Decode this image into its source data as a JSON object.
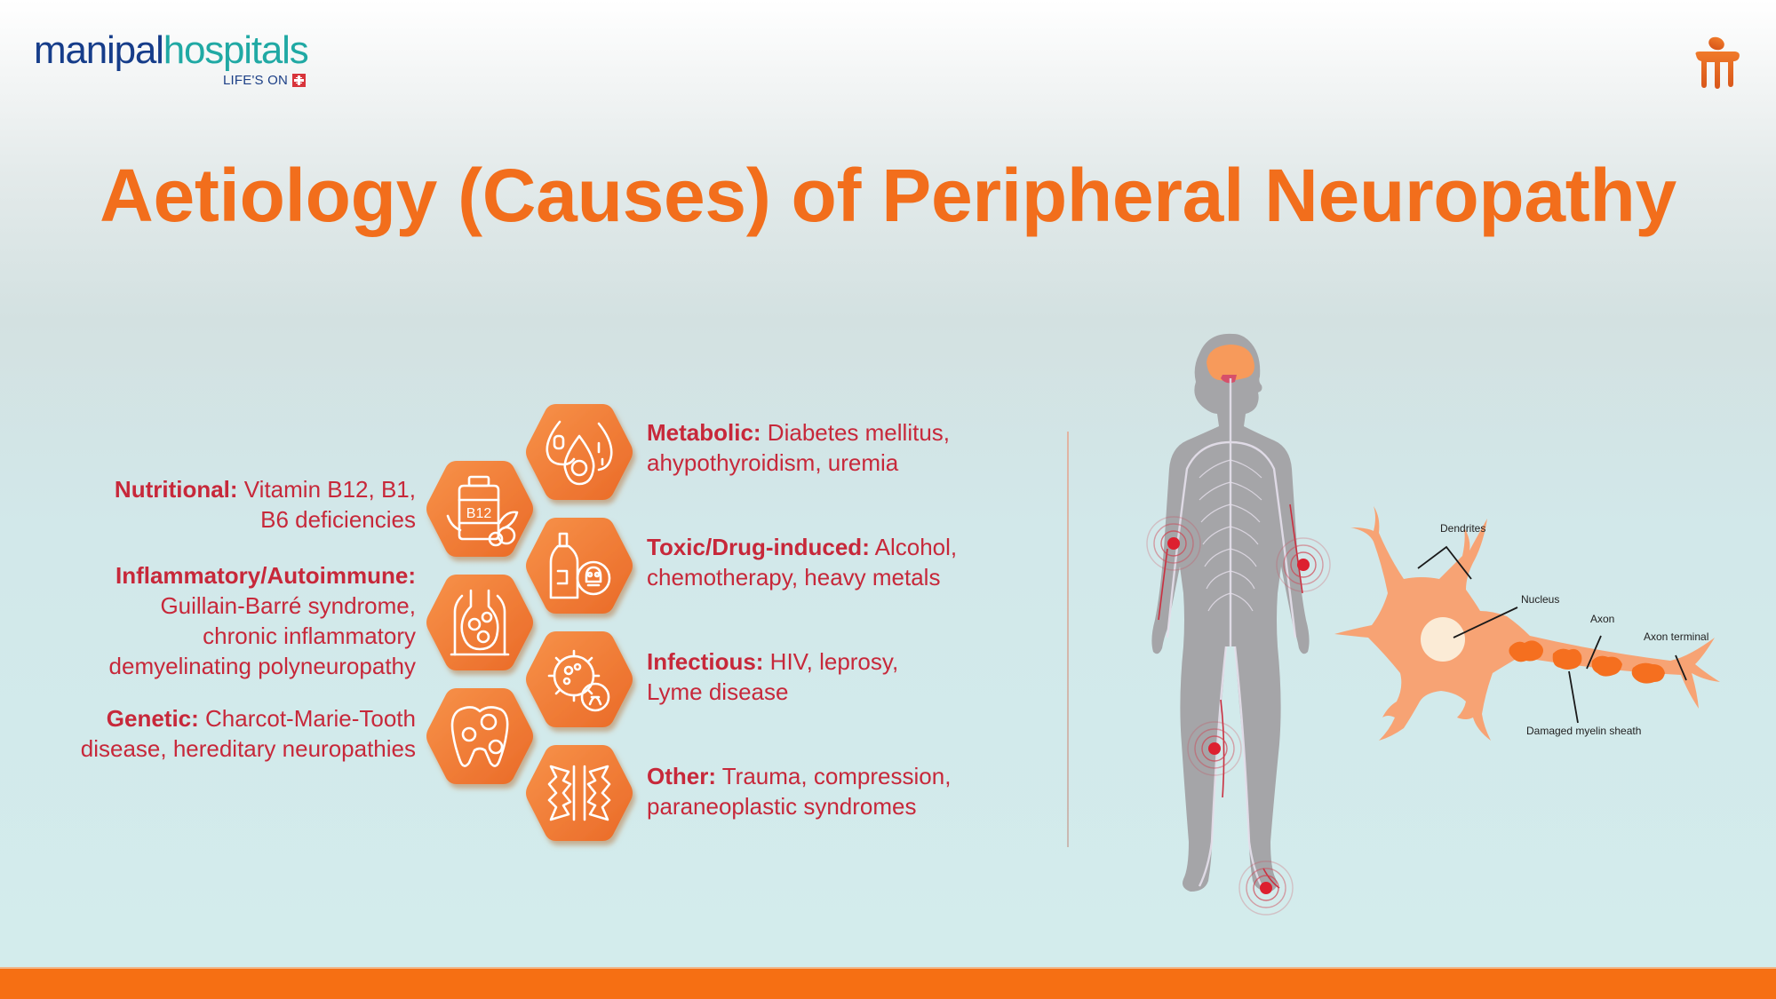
{
  "brand": {
    "name_part1": "manipal",
    "name_part2": "hospitals",
    "tagline": "LIFE'S ON",
    "colors": {
      "navy": "#163d8a",
      "teal": "#20a9a4",
      "red": "#d8343b",
      "orange": "#f26e1c"
    }
  },
  "title": "Aetiology (Causes) of Peripheral Neuropathy",
  "causes_left": [
    {
      "category": "Nutritional:",
      "line1": " Vitamin B12, B1,",
      "line2": "B6 deficiencies",
      "icon": "vitamin-b12-bottle-icon"
    },
    {
      "category": "Inflammatory/Autoimmune:",
      "line1": "Guillain-Barré syndrome,",
      "line2": "chronic inflammatory",
      "line3": "demyelinating polyneuropathy",
      "icon": "inflamed-organ-icon"
    },
    {
      "category": "Genetic:",
      "line1": " Charcot-Marie-Tooth",
      "line2": "disease, hereditary neuropathies",
      "icon": "damaged-tooth-icon"
    }
  ],
  "causes_right": [
    {
      "category": "Metabolic:",
      "line1": " Diabetes mellitus,",
      "line2": "ahypothyroidism, uremia",
      "icon": "blood-drops-icon"
    },
    {
      "category": "Toxic/Drug-induced:",
      "line1": " Alcohol,",
      "line2": "chemotherapy, heavy metals",
      "icon": "toxic-bottle-skull-icon"
    },
    {
      "category": "Infectious:",
      "line1": " HIV, leprosy,",
      "line2": "Lyme disease",
      "icon": "virus-icon"
    },
    {
      "category": "Other:",
      "line1": " Trauma, compression,",
      "line2": "paraneoplastic syndromes",
      "icon": "compressed-spine-icon"
    }
  ],
  "neuron_labels": {
    "dendrites": "Dendrites",
    "nucleus": "Nucleus",
    "axon": "Axon",
    "axon_terminal": "Axon terminal",
    "myelin": "Damaged myelin sheath"
  }
}
